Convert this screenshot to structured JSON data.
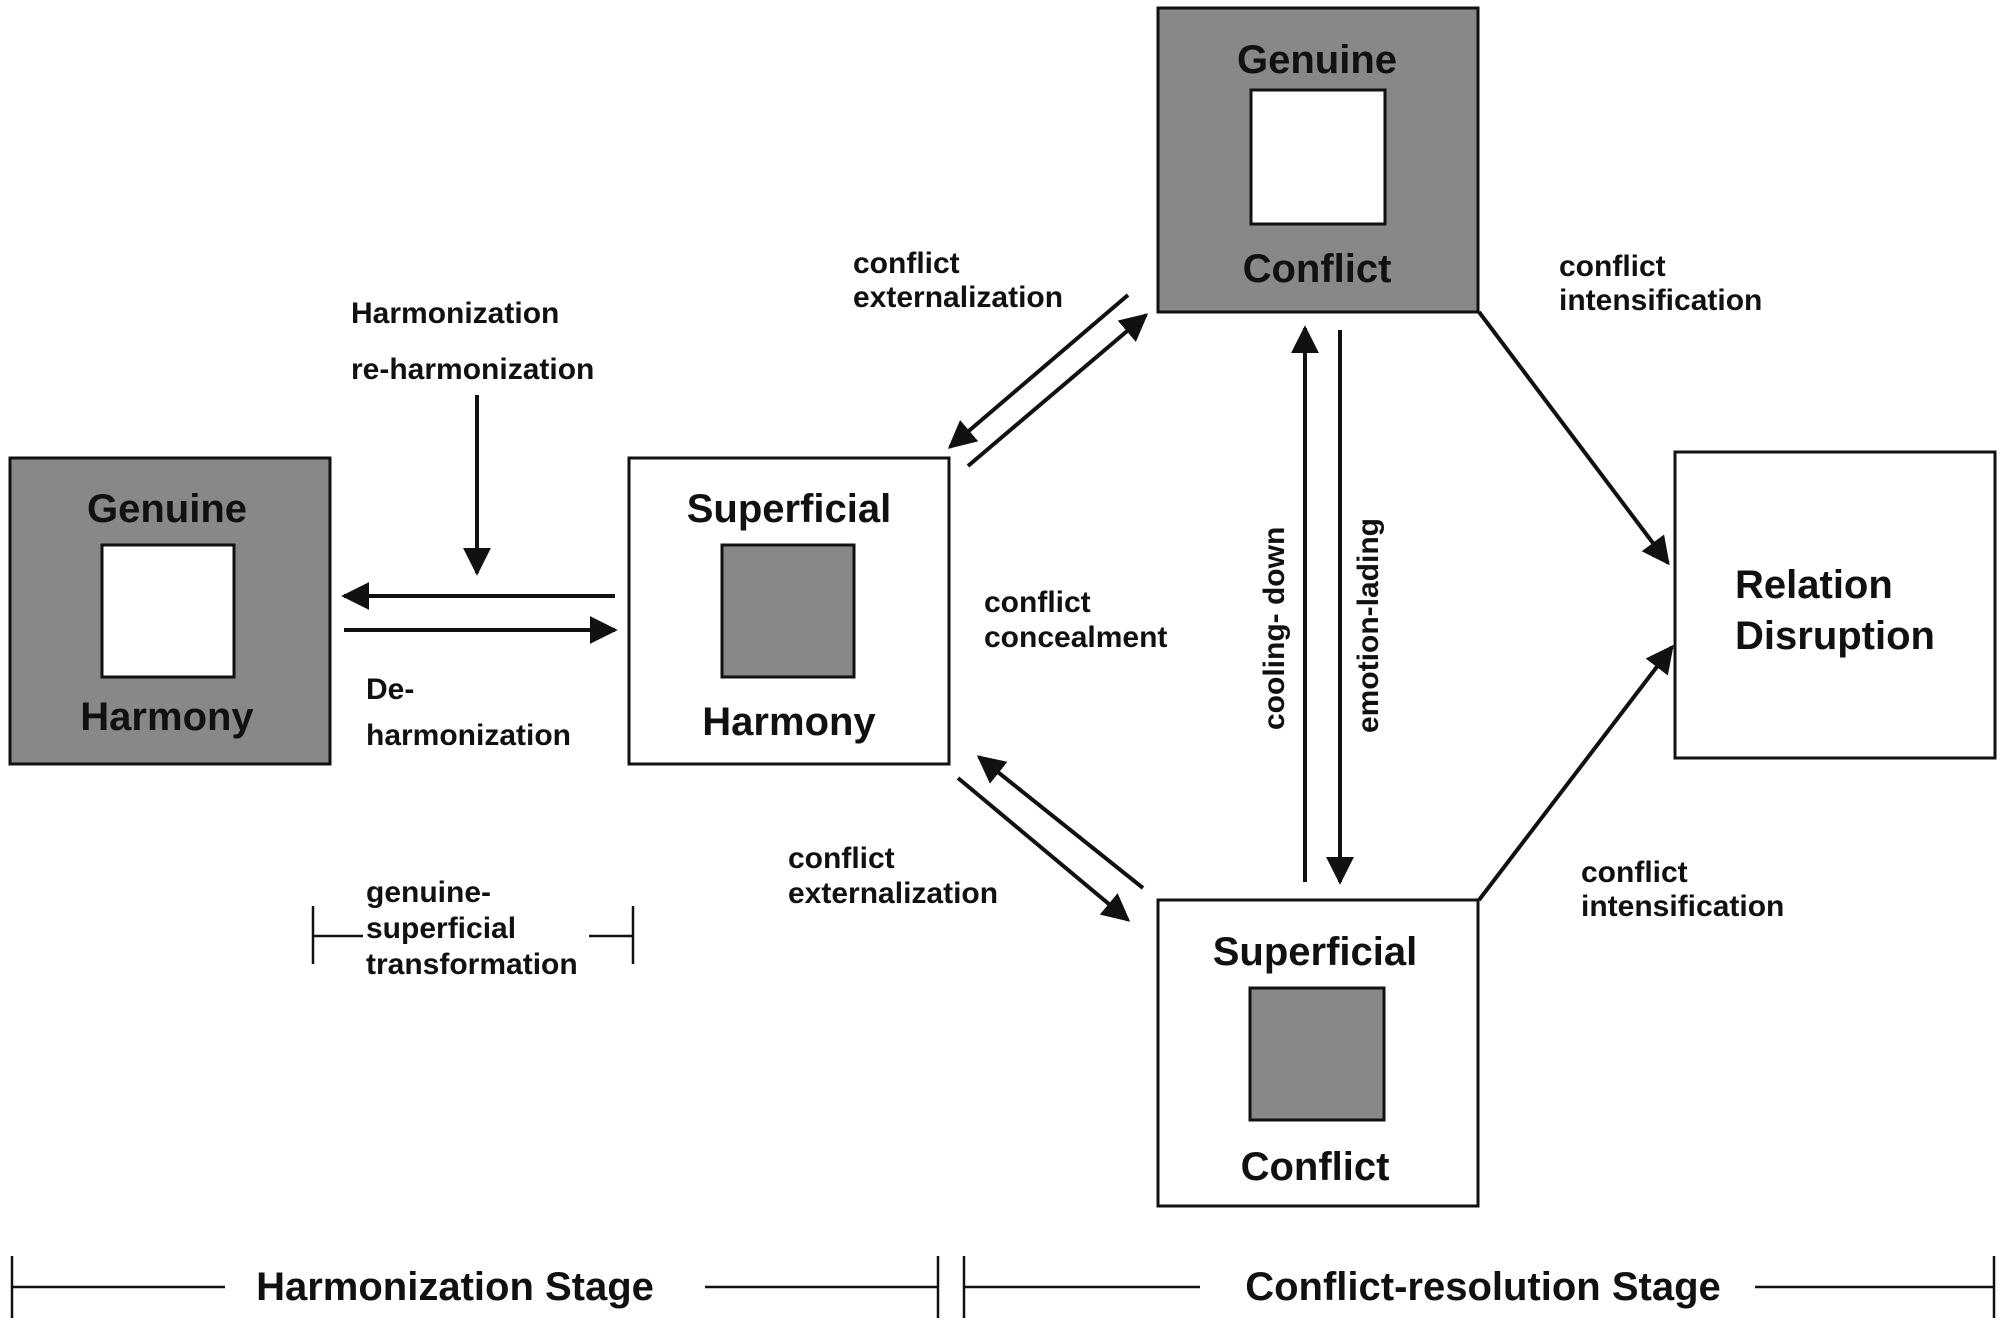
{
  "nodes": {
    "genuine_harmony": {
      "top": "Genuine",
      "bottom": "Harmony"
    },
    "superficial_harmony": {
      "top": "Superficial",
      "bottom": "Harmony"
    },
    "genuine_conflict": {
      "top": "Genuine",
      "bottom": "Conflict"
    },
    "superficial_conflict": {
      "top": "Superficial",
      "bottom": "Conflict"
    },
    "relation_disruption": {
      "line1": "Relation",
      "line2": "Disruption"
    }
  },
  "edge_labels": {
    "harmonization": "Harmonization",
    "re_harmonization": "re-harmonization",
    "de_harmonization_1": "De-",
    "de_harmonization_2": "harmonization",
    "gs_transformation_1": "genuine-",
    "gs_transformation_2": "superficial",
    "gs_transformation_3": "transformation",
    "externalization_top_1": "conflict",
    "externalization_top_2": "externalization",
    "externalization_bottom_1": "conflict",
    "externalization_bottom_2": "externalization",
    "concealment_1": "conflict",
    "concealment_2": "concealment",
    "cooling_down": "cooling- down",
    "emotion_lading": "emotion-lading",
    "intensification_top_1": "conflict",
    "intensification_top_2": "intensification",
    "intensification_bottom_1": "conflict",
    "intensification_bottom_2": "intensification"
  },
  "stages": {
    "harmonization": "Harmonization Stage",
    "conflict_resolution": "Conflict-resolution Stage"
  },
  "colors": {
    "dark_fill": "#888888",
    "line": "#111111",
    "background": "#ffffff"
  }
}
